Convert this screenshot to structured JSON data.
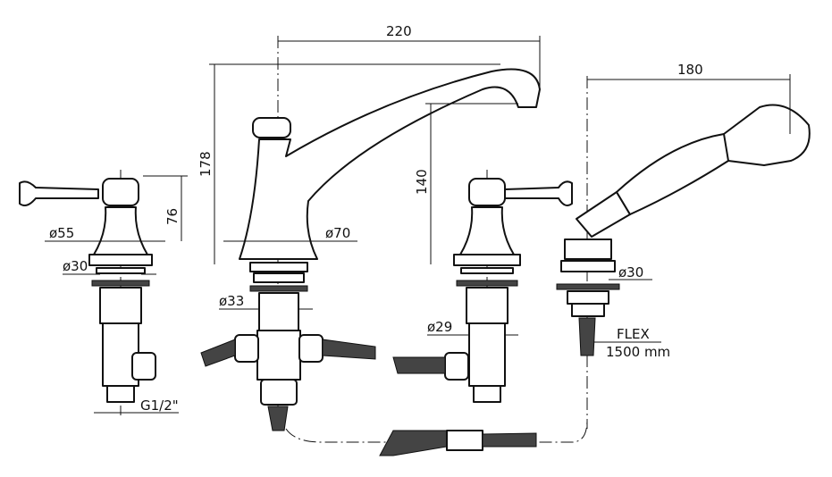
{
  "drawing": {
    "dimensions": {
      "spout_reach": "220",
      "handshower_length": "180",
      "spout_height": "178",
      "spout_outlet_height": "140",
      "valve_height": "76",
      "valve_base_diameter": "ø55",
      "valve_shank_diameter_left": "ø30",
      "spout_base_diameter": "ø70",
      "spout_shank_diameter": "ø33",
      "valve_shank_diameter_right": "ø29",
      "handshower_shank_diameter": "ø30",
      "hose_label": "FLEX",
      "hose_length": "1500 mm",
      "connection_thread": "G1/2\""
    },
    "line_color": "#111111"
  }
}
